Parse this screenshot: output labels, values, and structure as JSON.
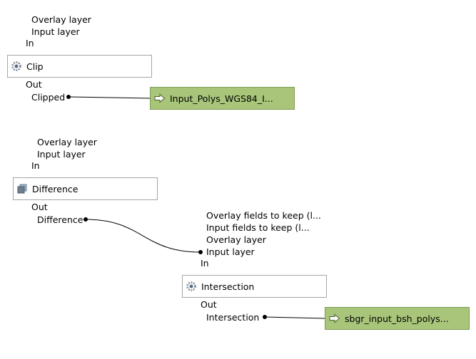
{
  "models": [
    {
      "name": "Clip",
      "inputs": [
        "Overlay layer",
        "Input layer"
      ],
      "in_label": "In",
      "out_label": "Out",
      "output_port": "Clipped"
    },
    {
      "name": "Difference",
      "inputs": [
        "Overlay layer",
        "Input layer"
      ],
      "in_label": "In",
      "out_label": "Out",
      "output_port": "Difference"
    },
    {
      "name": "Intersection",
      "inputs": [
        "Overlay fields to keep (l...",
        "Input fields to keep (l...",
        "Overlay layer",
        "Input layer"
      ],
      "in_label": "In",
      "out_label": "Out",
      "output_port": "Intersection"
    }
  ],
  "outputs": [
    {
      "label": "Input_Polys_WGS84_I..."
    },
    {
      "label": "sbgr_input_bsh_polys..."
    }
  ],
  "colors": {
    "output_fill": "#a8c57a",
    "output_border": "#7d9c52",
    "node_border": "#a5a5a5",
    "wire": "#000000"
  },
  "icons": [
    "algorithm-gear-icon",
    "difference-icon",
    "output-arrow-icon"
  ]
}
